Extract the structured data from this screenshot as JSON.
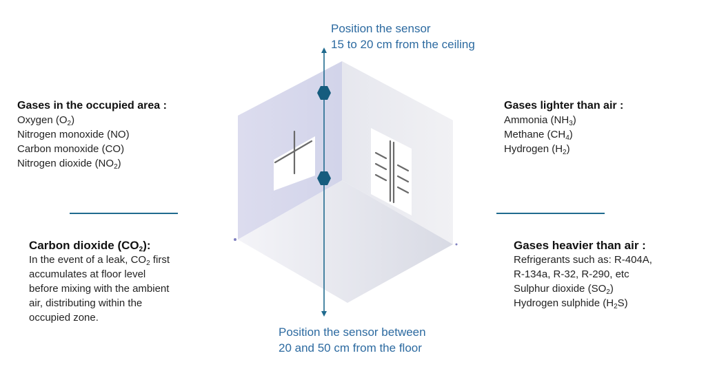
{
  "top_note": {
    "line1": "Position the sensor",
    "line2": "15 to 20 cm from the ceiling"
  },
  "bottom_note": {
    "line1": "Position the sensor between",
    "line2": "20 and 50 cm from the floor"
  },
  "occupied_area": {
    "title": "Gases in the occupied area :",
    "items": [
      {
        "name": "Oxygen (O",
        "sub": "2",
        "tail": ")"
      },
      {
        "name": "Nitrogen monoxide (NO)",
        "sub": "",
        "tail": ""
      },
      {
        "name": "Carbon monoxide (CO)",
        "sub": "",
        "tail": ""
      },
      {
        "name": "Nitrogen dioxide (NO",
        "sub": "2",
        "tail": ")"
      }
    ]
  },
  "lighter_than_air": {
    "title": "Gases lighter than air :",
    "items": [
      {
        "name": "Ammonia (NH",
        "sub": "3",
        "tail": ")"
      },
      {
        "name": "Methane (CH",
        "sub": "4",
        "tail": ")"
      },
      {
        "name": "Hydrogen (H",
        "sub": "2",
        "tail": ")"
      }
    ]
  },
  "co2": {
    "title_pre": "Carbon dioxide (CO",
    "title_sub": "2",
    "title_post": "):",
    "text_line1_pre": "In the event of a leak, CO",
    "text_line1_sub": "2",
    "text_line1_post": " first",
    "text_line2": "accumulates at floor level",
    "text_line3": "before mixing with the ambient",
    "text_line4": "air, distributing within the",
    "text_line5": "occupied zone."
  },
  "heavier_than_air": {
    "title": "Gases heavier than air :",
    "line1": "Refrigerants such as: R-404A,",
    "line2": "R-134a, R-32, R-290, etc",
    "line3_pre": "Sulphur dioxide (SO",
    "line3_sub": "2",
    "line3_post": ")",
    "line4_pre": "Hydrogen sulphide (H",
    "line4_sub": "2",
    "line4_post": "S)"
  },
  "colors": {
    "accent": "#1f6a8e",
    "sensor": "#165c7e",
    "label_blue": "#2c6aa0"
  }
}
